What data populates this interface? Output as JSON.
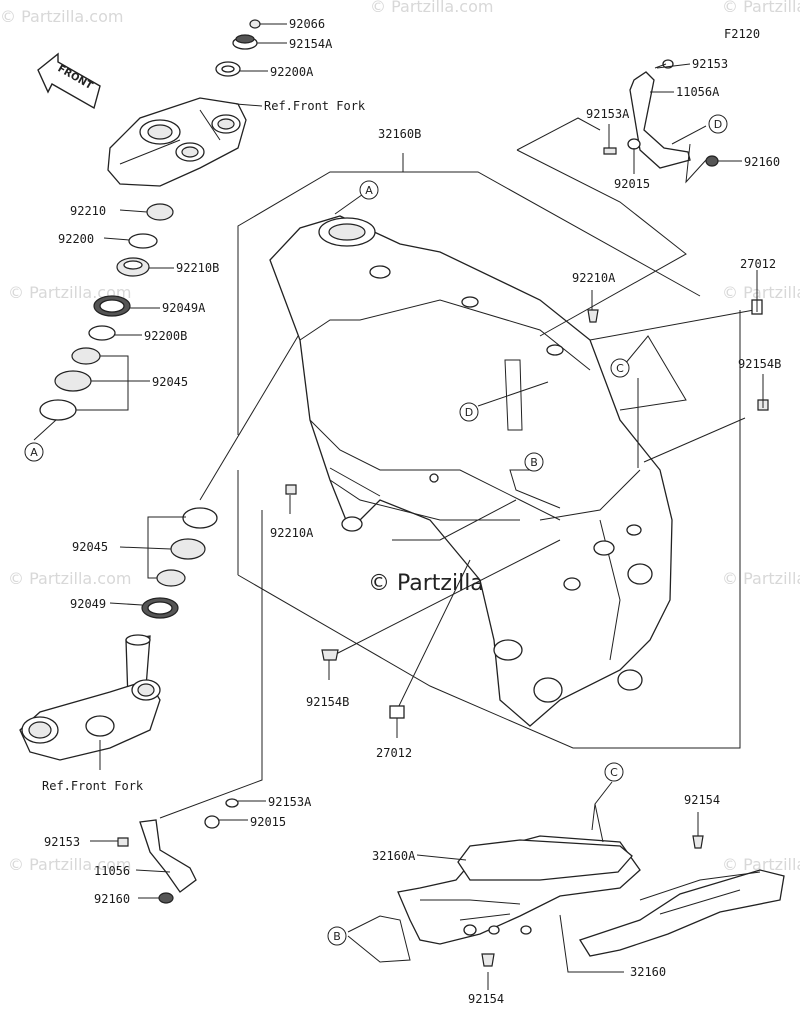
{
  "figure_id": "F2120",
  "watermark": "© Partzilla.com",
  "front_label": "FRONT",
  "ref_front_fork": "Ref.Front Fork",
  "callouts": {
    "a": "A",
    "b": "B",
    "c": "C",
    "d": "D"
  },
  "parts": {
    "p92066": "92066",
    "p92154A": "92154A",
    "p92200A": "92200A",
    "p32160B": "32160B",
    "p92210": "92210",
    "p92200": "92200",
    "p92210B": "92210B",
    "p92049A": "92049A",
    "p92200B": "92200B",
    "p92045_top": "92045",
    "p92045_bot": "92045",
    "p92049": "92049",
    "p92153_top": "92153",
    "p11056A": "11056A",
    "p92153A_top": "92153A",
    "p92015_top": "92015",
    "p92160_top": "92160",
    "p92210A_right": "92210A",
    "p27012_top": "27012",
    "p92154B_right": "92154B",
    "p92210A_left": "92210A",
    "p92154B_left": "92154B",
    "p27012_bot": "27012",
    "p92153A_bot": "92153A",
    "p92015_bot": "92015",
    "p92153_bot": "92153",
    "p11056": "11056",
    "p92160_bot": "92160",
    "p92154_right": "92154",
    "p32160A": "32160A",
    "p32160": "32160",
    "p92154_bot": "92154"
  }
}
